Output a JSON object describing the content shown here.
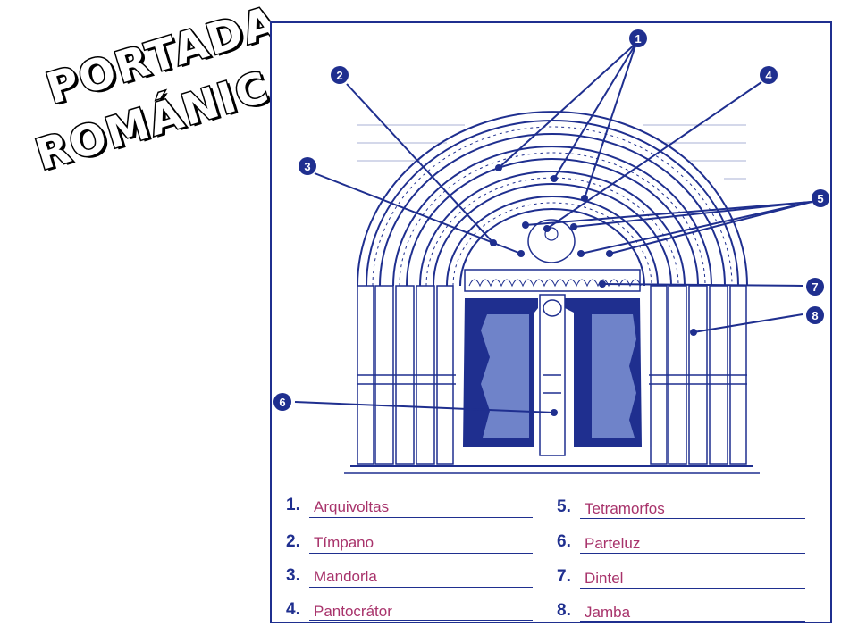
{
  "title": {
    "line1": "PORTADA",
    "line2": "ROMÁNICA"
  },
  "markers": [
    "1",
    "2",
    "3",
    "4",
    "5",
    "6",
    "7",
    "8"
  ],
  "legend": [
    {
      "num": "1.",
      "answer": "Arquivoltas"
    },
    {
      "num": "2.",
      "answer": "Tímpano"
    },
    {
      "num": "3.",
      "answer": "Mandorla"
    },
    {
      "num": "4.",
      "answer": "Pantocrátor"
    },
    {
      "num": "5.",
      "answer": "Tetramorfos"
    },
    {
      "num": "6.",
      "answer": "Parteluz"
    },
    {
      "num": "7.",
      "answer": "Dintel"
    },
    {
      "num": "8.",
      "answer": "Jamba"
    }
  ],
  "colors": {
    "ink": "#1f2f8f",
    "answer": "#a8336b"
  }
}
